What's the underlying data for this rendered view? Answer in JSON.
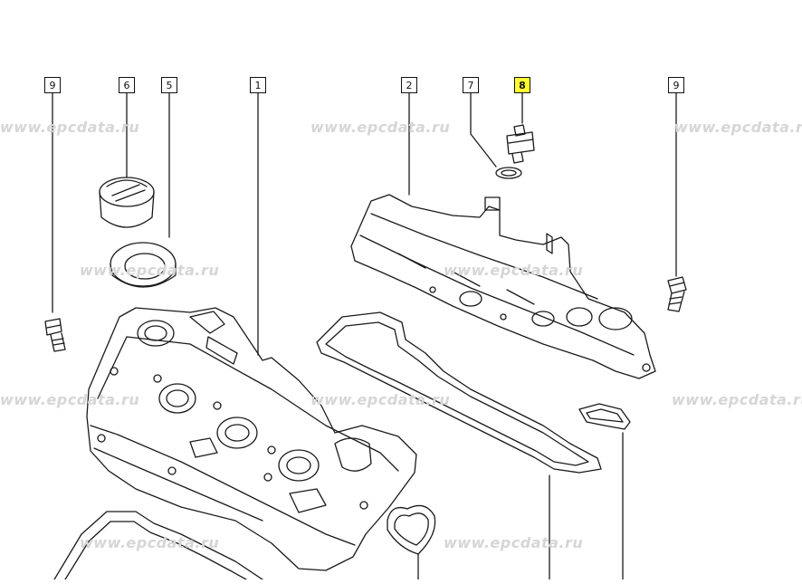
{
  "watermark": "www.epcdata.ru",
  "callouts": [
    {
      "id": "9a",
      "label": "9",
      "highlighted": false
    },
    {
      "id": "6",
      "label": "6",
      "highlighted": false
    },
    {
      "id": "5",
      "label": "5",
      "highlighted": false
    },
    {
      "id": "1",
      "label": "1",
      "highlighted": false
    },
    {
      "id": "2",
      "label": "2",
      "highlighted": false
    },
    {
      "id": "7",
      "label": "7",
      "highlighted": false
    },
    {
      "id": "8",
      "label": "8",
      "highlighted": true
    },
    {
      "id": "9b",
      "label": "9",
      "highlighted": false
    }
  ],
  "colors": {
    "line": "#1a1a1a",
    "highlight": "#ffff33",
    "watermark": "#d6d6d6"
  }
}
